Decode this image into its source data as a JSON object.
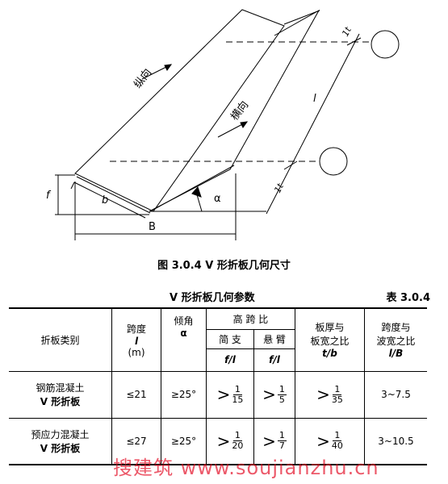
{
  "figure": {
    "label_zongxiang": "纵向",
    "label_hengxiang": "横向",
    "label_l": "l",
    "label_lt_top": "1t",
    "label_lt_bottom": "1t",
    "label_alpha": "α",
    "label_f": "f",
    "label_b": "b",
    "label_B": "B"
  },
  "caption": "图 3.0.4  V 形折板几何尺寸",
  "table": {
    "title": "V 形折板几何参数",
    "number": "表 3.0.4",
    "headers": {
      "type": "折板类别",
      "span": "跨度",
      "span_sym": "l",
      "span_unit": "(m)",
      "angle": "倾角",
      "angle_sym": "α",
      "height_ratio": "高 跨 比",
      "simple": "简 支",
      "simple_sym": "f/l",
      "cantilever": "悬 臂",
      "cantilever_sym": "f/l",
      "thick_ratio": "板厚与",
      "thick_ratio2": "板宽之比",
      "thick_sym": "t/b",
      "spanwave": "跨度与",
      "spanwave2": "波宽之比",
      "spanwave_sym": "l/B"
    },
    "rows": [
      {
        "type1": "钢筋混凝土",
        "type2": "V 形折板",
        "span": "≤21",
        "angle": "≥25°",
        "simple_gt": ">",
        "simple_num": "1",
        "simple_den": "15",
        "cant_gt": ">",
        "cant_num": "1",
        "cant_den": "5",
        "thick_gt": ">",
        "thick_num": "1",
        "thick_den": "35",
        "spanwave": "3~7.5"
      },
      {
        "type1": "预应力混凝土",
        "type2": "V 形折板",
        "span": "≤27",
        "angle": "≥25°",
        "simple_gt": ">",
        "simple_num": "1",
        "simple_den": "20",
        "cant_gt": ">",
        "cant_num": "1",
        "cant_den": "7",
        "thick_gt": ">",
        "thick_num": "1",
        "thick_den": "40",
        "spanwave": "3~10.5"
      }
    ]
  },
  "watermark": "搜建筑 www.soujianzhu.cn",
  "colors": {
    "watermark": "#e2001a",
    "ink": "#000000"
  }
}
